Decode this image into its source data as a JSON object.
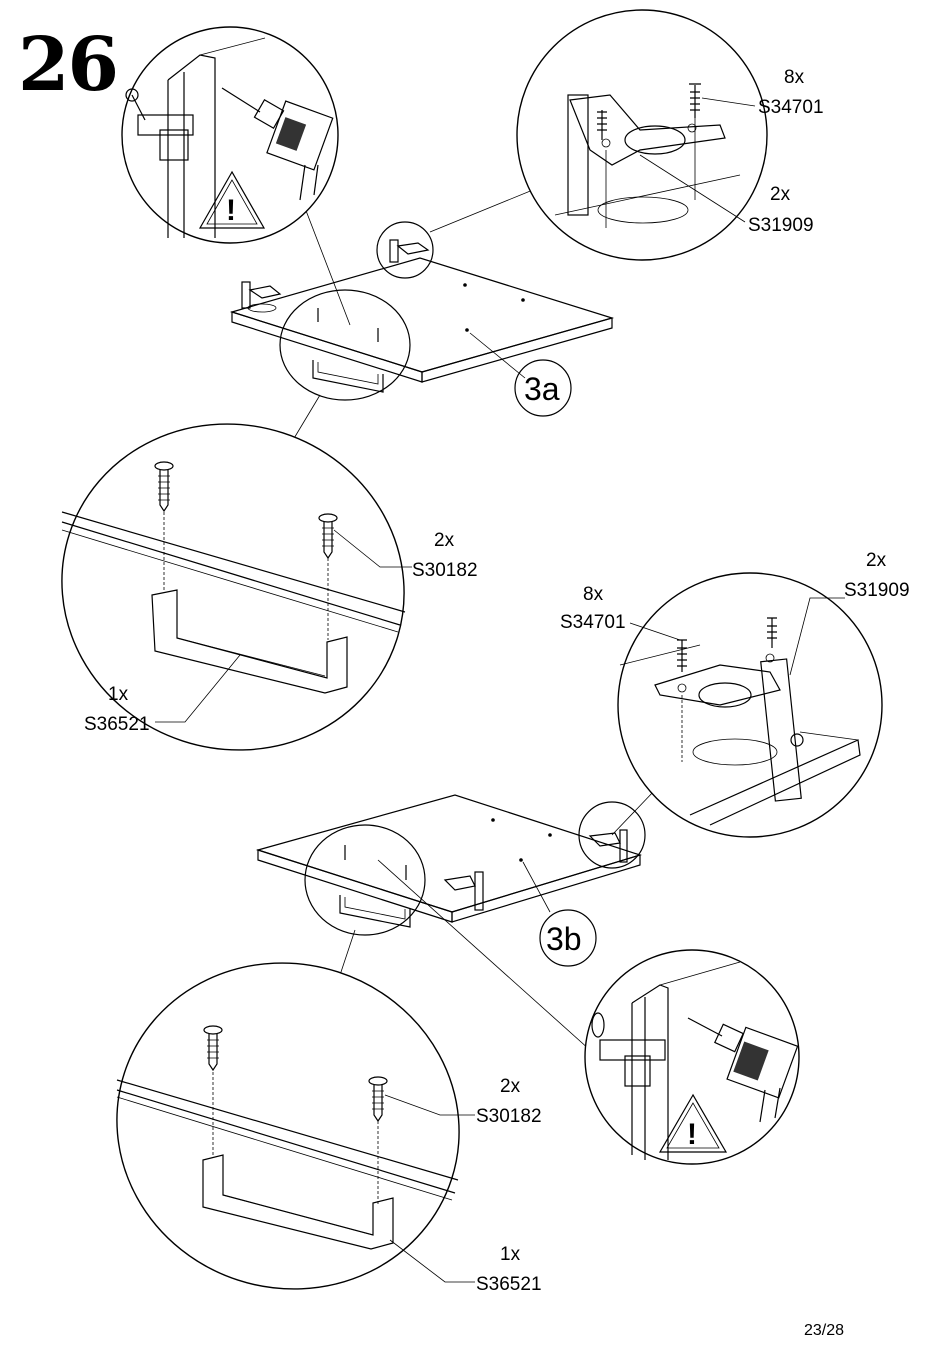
{
  "step_number": "26",
  "page_number": "23/28",
  "panel_a": {
    "id": "3a",
    "hinge": {
      "screw_qty": "8x",
      "screw_code": "S34701",
      "hinge_qty": "2x",
      "hinge_code": "S31909"
    },
    "handle": {
      "screw_qty": "2x",
      "screw_code": "S30182",
      "handle_qty": "1x",
      "handle_code": "S36521"
    }
  },
  "panel_b": {
    "id": "3b",
    "hinge": {
      "screw_qty": "8x",
      "screw_code": "S34701",
      "hinge_qty": "2x",
      "hinge_code": "S31909"
    },
    "handle": {
      "screw_qty": "2x",
      "screw_code": "S30182",
      "handle_qty": "1x",
      "handle_code": "S36521"
    }
  },
  "icons": [
    "warning-triangle-icon",
    "drill-icon",
    "clamp-icon"
  ]
}
